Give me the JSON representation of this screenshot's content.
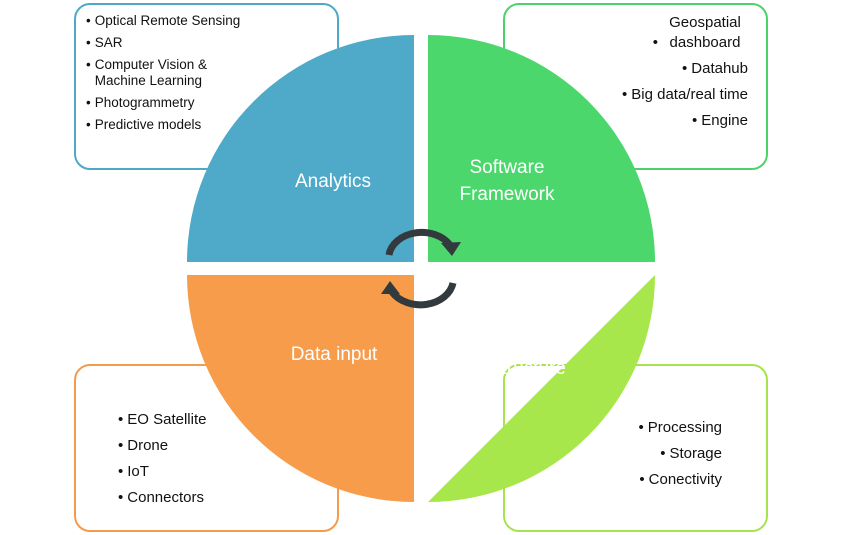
{
  "quadrants": {
    "analytics": {
      "label": "Analytics",
      "color": "#4eaac8"
    },
    "software": {
      "label": "Software Framework",
      "color": "#4cd76c"
    },
    "data_input": {
      "label": "Data input",
      "color": "#f79c4a"
    },
    "hardware": {
      "label": "Hardware Infrastructure",
      "color": "#a8e74b"
    }
  },
  "boxes": {
    "analytics": {
      "border_color": "#4fa8c8",
      "items": [
        "Optical Remote Sensing",
        "SAR",
        "Computer Vision & Machine Learning",
        "Photogrammetry",
        "Predictive models"
      ]
    },
    "software": {
      "border_color": "#4dd26a",
      "items": [
        "Geospatial dashboard",
        "Datahub",
        "Big data/real time",
        "Engine"
      ]
    },
    "data_input": {
      "border_color": "#f39b4f",
      "items": [
        "EO Satellite",
        "Drone",
        "IoT",
        "Connectors"
      ]
    },
    "hardware": {
      "border_color": "#a6e34f",
      "items": [
        "Processing",
        "Storage",
        "Conectivity"
      ]
    }
  },
  "cycle_arrows": {
    "color": "#333a3d",
    "icon": "cycle-arrows-icon"
  }
}
